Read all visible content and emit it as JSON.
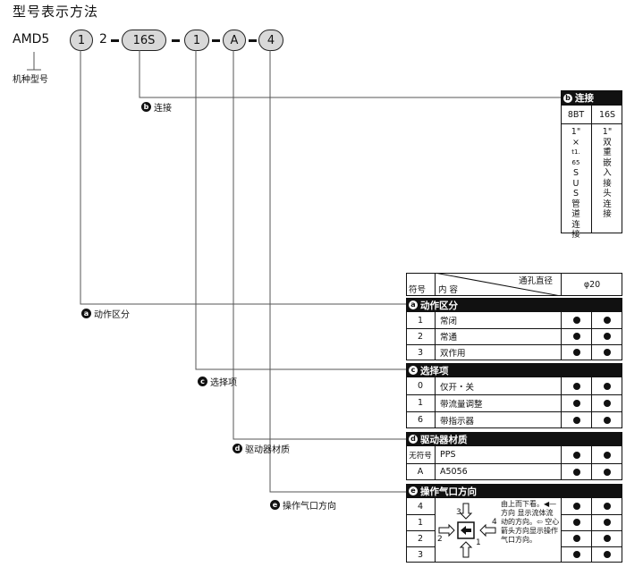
{
  "title": "型号表示方法",
  "model": {
    "prefix": "AMD5",
    "subcaption": "机种型号",
    "parts": [
      {
        "text": "1",
        "pill": true
      },
      {
        "text": "2",
        "pill": false
      },
      {
        "text": "16S",
        "pill": true
      },
      {
        "text": "1",
        "pill": true
      },
      {
        "text": "A",
        "pill": true
      },
      {
        "text": "4",
        "pill": true
      }
    ]
  },
  "callouts": {
    "b": {
      "badge": "b",
      "label": "连接"
    },
    "a": {
      "badge": "a",
      "label": "动作区分"
    },
    "c": {
      "badge": "c",
      "label": "选择项"
    },
    "d": {
      "badge": "d",
      "label": "驱动器材质"
    },
    "e": {
      "badge": "e",
      "label": "操作气口方向"
    }
  },
  "connection": {
    "badge": "b",
    "header": "连接",
    "columns": [
      "8BT",
      "16S"
    ],
    "descriptions": [
      {
        "size": "1\"",
        "sym": "×",
        "tiny": "t1.65",
        "text": "SUS管道连接"
      },
      {
        "size": "1\"",
        "text": "双重嵌入接头连接"
      }
    ]
  },
  "table_header": {
    "symbol": "符号",
    "content": "内 容",
    "bore_label": "通孔直径",
    "bore_value": "φ20"
  },
  "sections": [
    {
      "key": "a",
      "badge": "a",
      "header": "动作区分",
      "rows": [
        {
          "code": "1",
          "text": "常闭",
          "marks": [
            true,
            true
          ]
        },
        {
          "code": "2",
          "text": "常通",
          "marks": [
            true,
            true
          ]
        },
        {
          "code": "3",
          "text": "双作用",
          "marks": [
            true,
            true
          ]
        }
      ]
    },
    {
      "key": "c",
      "badge": "c",
      "header": "选择项",
      "rows": [
        {
          "code": "0",
          "text": "仅开・关",
          "marks": [
            true,
            true
          ]
        },
        {
          "code": "1",
          "text": "带流量调整",
          "marks": [
            true,
            true
          ]
        },
        {
          "code": "6",
          "text": "带指示器",
          "marks": [
            true,
            true
          ]
        }
      ]
    },
    {
      "key": "d",
      "badge": "d",
      "header": "驱动器材质",
      "rows": [
        {
          "code": "无符号",
          "text": "PPS",
          "marks": [
            true,
            true
          ]
        },
        {
          "code": "A",
          "text": "A5056",
          "marks": [
            true,
            true
          ]
        }
      ]
    },
    {
      "key": "e",
      "badge": "e",
      "header": "操作气口方向",
      "rows": [
        {
          "code": "4",
          "marks": [
            true,
            true
          ]
        },
        {
          "code": "1",
          "marks": [
            true,
            true
          ]
        },
        {
          "code": "2",
          "marks": [
            true,
            true
          ]
        },
        {
          "code": "3",
          "marks": [
            true,
            true
          ]
        }
      ],
      "diagram_numbers": [
        "3",
        "4",
        "2",
        "1"
      ],
      "note": "由上而下看。◀— 方向 显示流体流动的方向。⇦ 空心箭头方向显示操作气口方向。"
    }
  ]
}
